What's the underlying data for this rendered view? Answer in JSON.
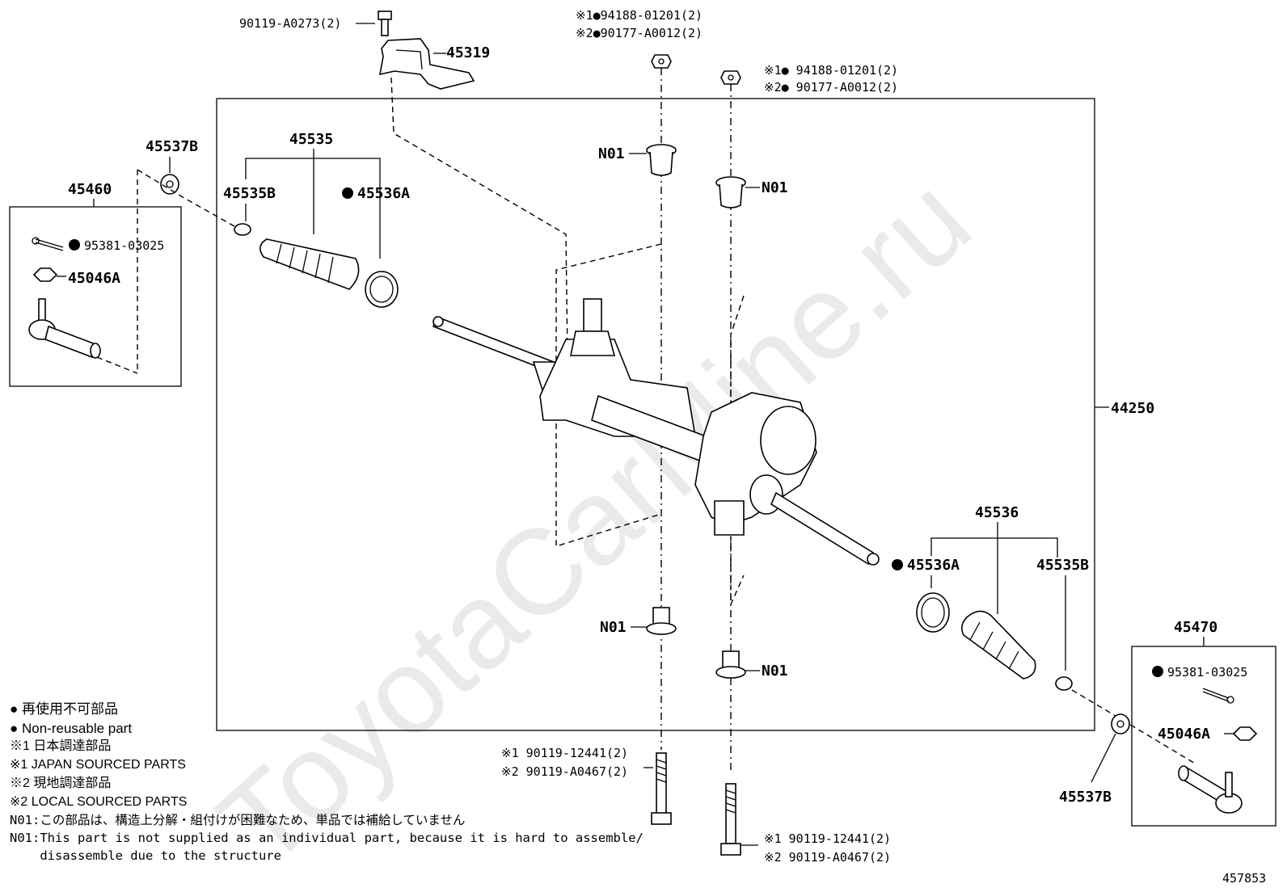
{
  "watermark": "ToyotaCarMine.ru",
  "figure_number": "457853",
  "top_labels": {
    "bolt_45319": "90119-A0273(2)",
    "bracket": "45319",
    "nut_left_line1": "※1●94188-01201(2)",
    "nut_left_line2": "※2●90177-A0012(2)",
    "nut_right_line1": "※1● 94188-01201(2)",
    "nut_right_line2": "※2● 90177-A0012(2)"
  },
  "left_group": {
    "clamp_label": "45537B",
    "box_label": "45460",
    "boot_label": "45535",
    "clip_label": "45535B",
    "band_label": "45536A",
    "cotter_label": "95381-03025",
    "nut_label": "45046A"
  },
  "right_group": {
    "boot_label": "45536",
    "band_label": "45536A",
    "clip_label": "45535B",
    "box_label": "45470",
    "cotter_label": "95381-03025",
    "nut_label": "45046A",
    "clamp_label": "45537B"
  },
  "assembly_label": "44250",
  "n01_labels": [
    "N01",
    "N01",
    "N01",
    "N01"
  ],
  "bottom_labels": {
    "bolt_left_line1": "※1 90119-12441(2)",
    "bolt_left_line2": "※2 90119-A0467(2)",
    "bolt_right_line1": "※1 90119-12441(2)",
    "bolt_right_line2": "※2 90119-A0467(2)"
  },
  "legend": {
    "line1": "● 再使用不可部品",
    "line2": "● Non-reusable part",
    "line3": "※1 日本調達部品",
    "line4": "※1 JAPAN SOURCED PARTS",
    "line5": "※2 現地調達部品",
    "line6": "※2 LOCAL SOURCED PARTS",
    "line7": "N01:この部品は、構造上分解・組付けが困難なため、単品では補給していません",
    "line8": "N01:This part is not supplied as an individual part, because it is hard to assemble/",
    "line9": "    disassemble due to the structure"
  }
}
